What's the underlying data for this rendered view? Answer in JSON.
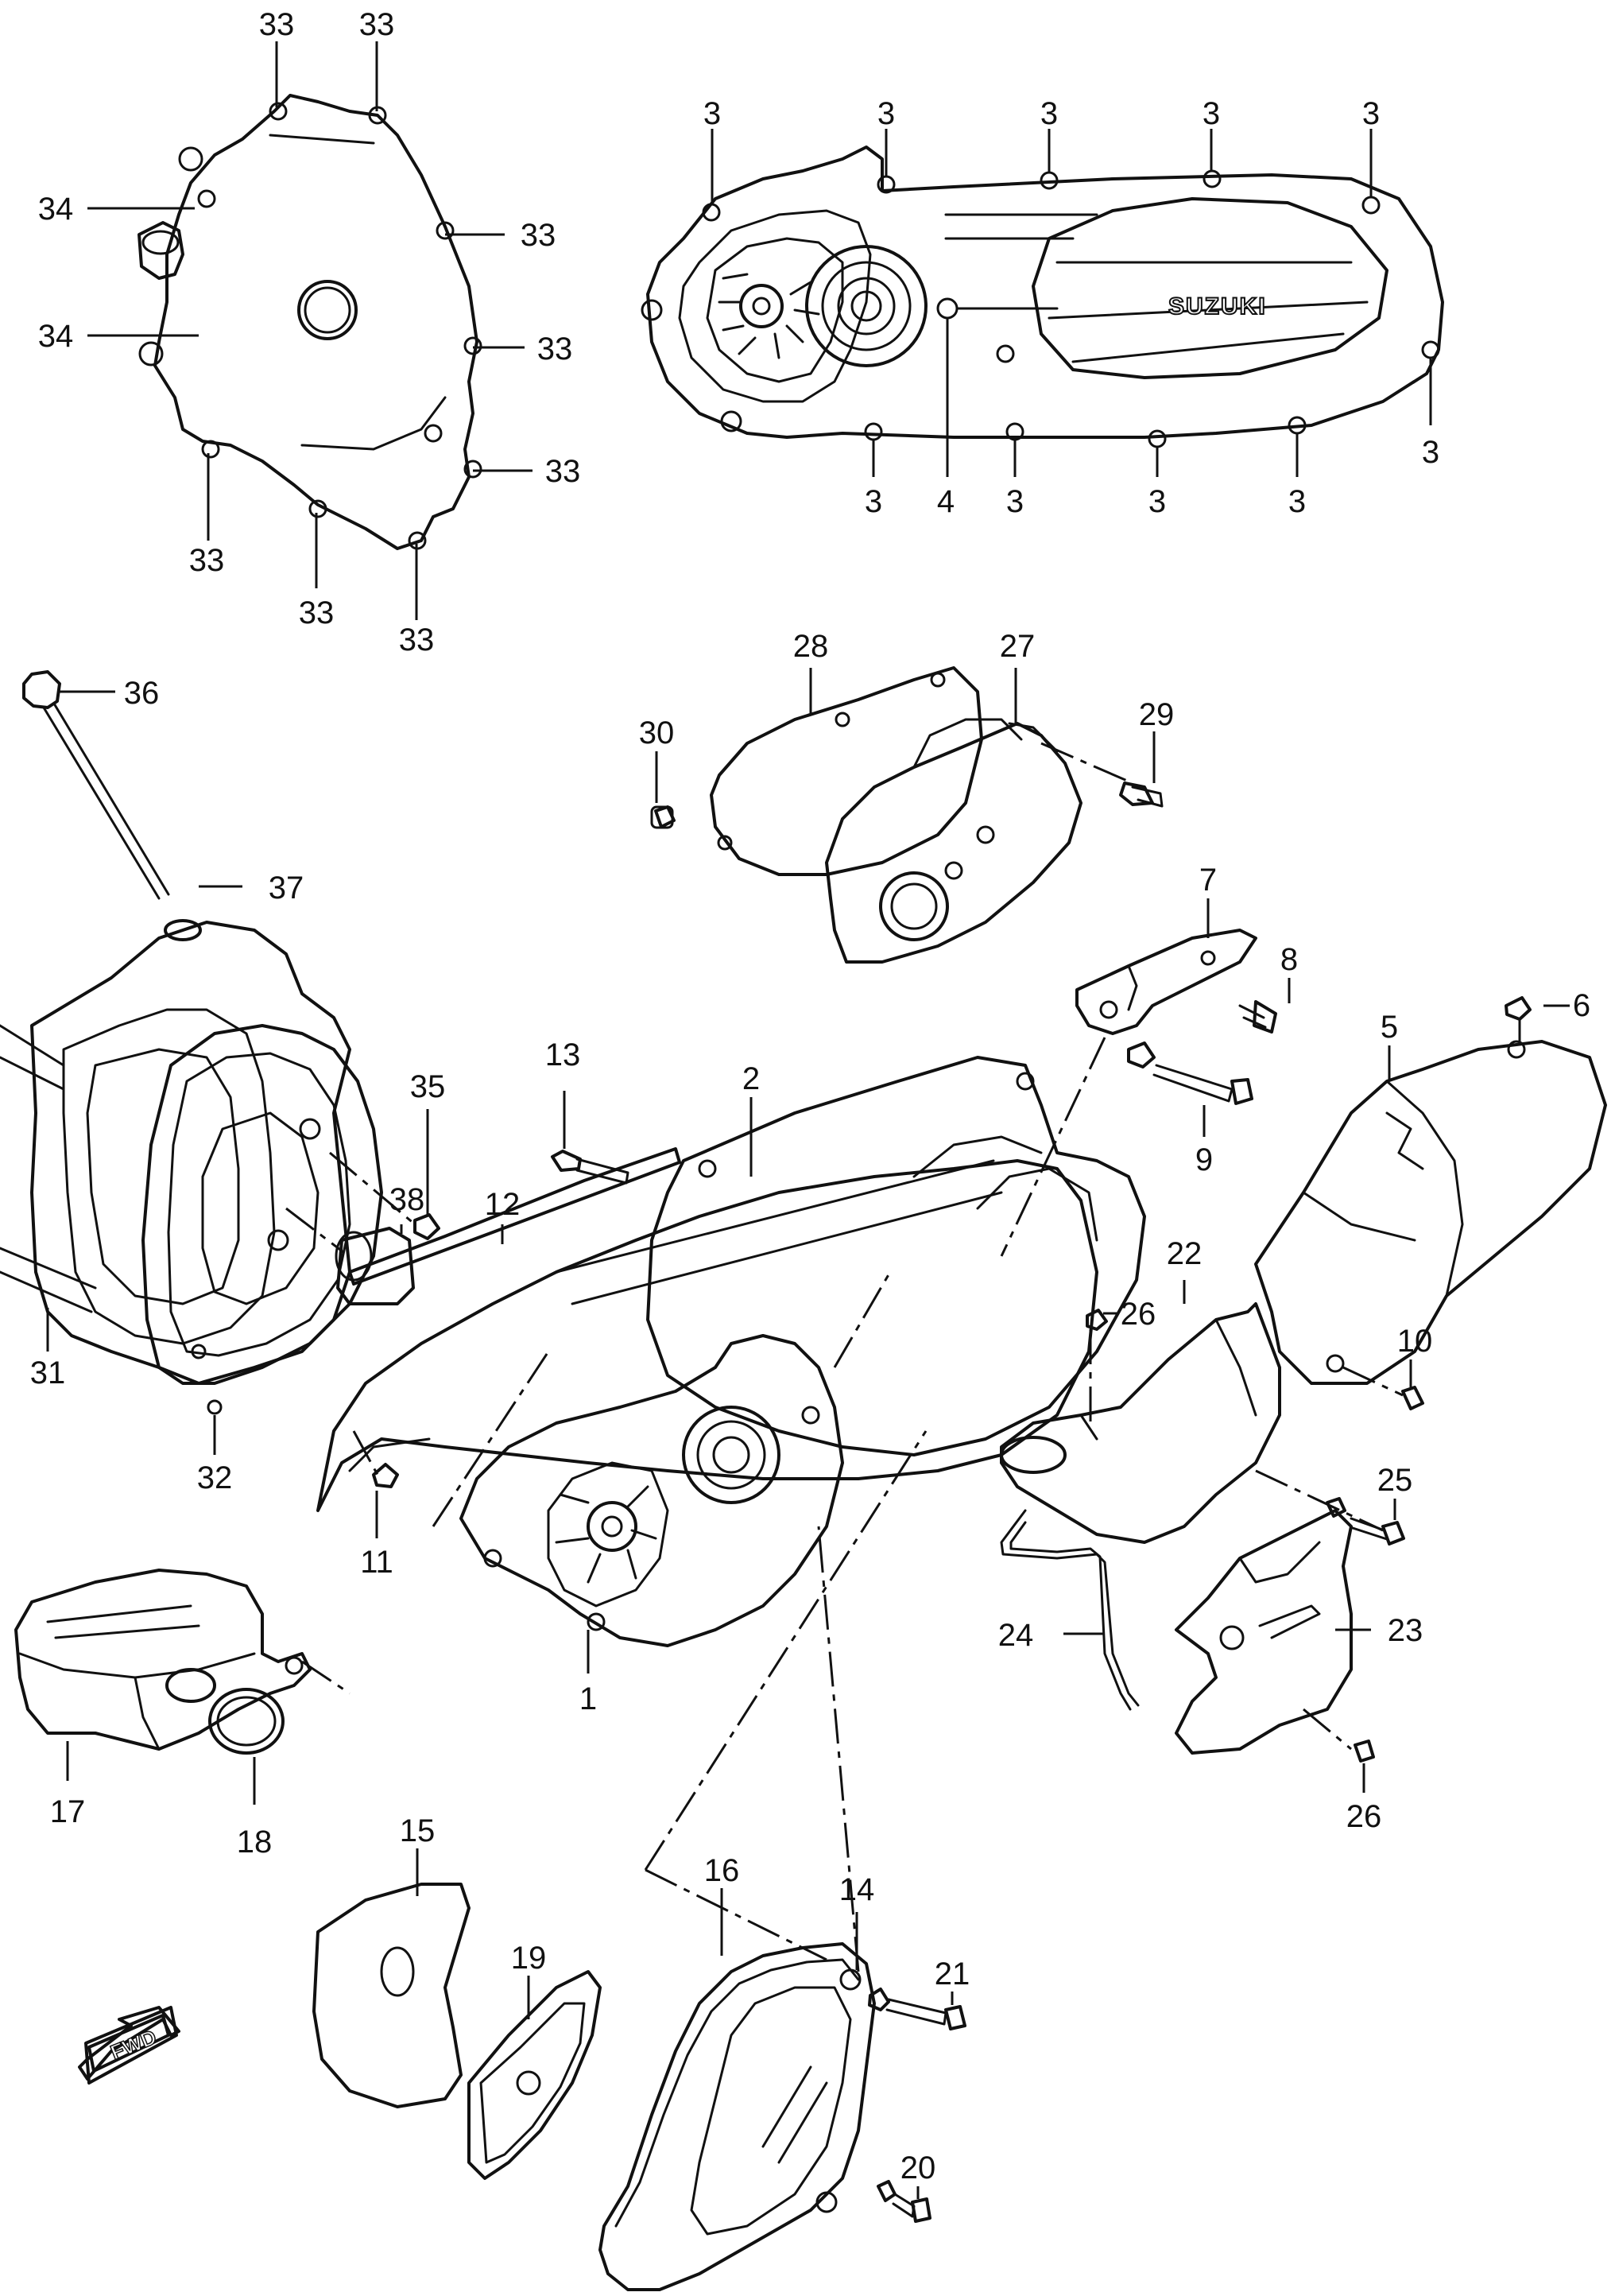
{
  "brand_label": "SUZUKI",
  "direction_label": "FWD",
  "callouts": {
    "c33_a": "33",
    "c33_b": "33",
    "c33_c": "33",
    "c33_d": "33",
    "c33_e": "33",
    "c33_f": "33",
    "c33_g": "33",
    "c33_h": "33",
    "c34_a": "34",
    "c34_b": "34",
    "c3_a": "3",
    "c3_b": "3",
    "c3_c": "3",
    "c3_d": "3",
    "c3_e": "3",
    "c3_f": "3",
    "c3_g": "3",
    "c3_h": "3",
    "c3_i": "3",
    "c3_j": "3",
    "c4": "4",
    "c28": "28",
    "c27": "27",
    "c29": "29",
    "c30": "30",
    "c36": "36",
    "c37": "37",
    "c35": "35",
    "c38": "38",
    "c31": "31",
    "c32": "32",
    "c13": "13",
    "c2": "2",
    "c12": "12",
    "c11": "11",
    "c1": "1",
    "c7": "7",
    "c8": "8",
    "c9": "9",
    "c6": "6",
    "c5": "5",
    "c10": "10",
    "c22": "22",
    "c26_a": "26",
    "c25": "25",
    "c24": "24",
    "c23": "23",
    "c26_b": "26",
    "c17": "17",
    "c18": "18",
    "c15": "15",
    "c19": "19",
    "c16": "16",
    "c14": "14",
    "c21": "21",
    "c20": "20"
  }
}
